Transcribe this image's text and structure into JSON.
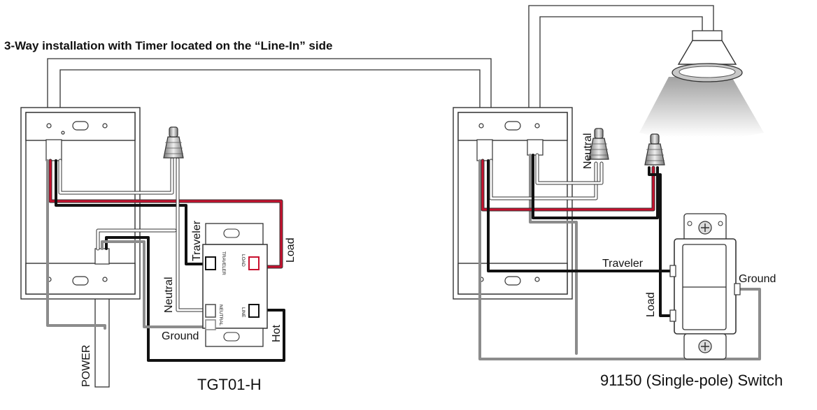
{
  "title": "3-Way installation with Timer located on the “Line-In” side",
  "labels": {
    "traveler_left": "Traveler",
    "load_left": "Load",
    "neutral_left": "Neutral",
    "ground_left": "Ground",
    "hot": "Hot",
    "power": "POWER",
    "neutral_right": "Neutral",
    "traveler_right": "Traveler",
    "load_right": "Load",
    "ground_right": "Ground"
  },
  "timer": {
    "model": "TGT01-H",
    "terminals": {
      "traveler": "TRAVELER",
      "load": "LOAD",
      "neutral": "NEUTRAL",
      "line": "LINE"
    }
  },
  "switch": {
    "model": "91150 (Single-pole) Switch"
  },
  "colors": {
    "hot_wire": "#111111",
    "red_wire": "#c8102e",
    "neutral_wire": "#ffffff",
    "ground_wire": "#8c8c8c",
    "outline": "#333333"
  }
}
